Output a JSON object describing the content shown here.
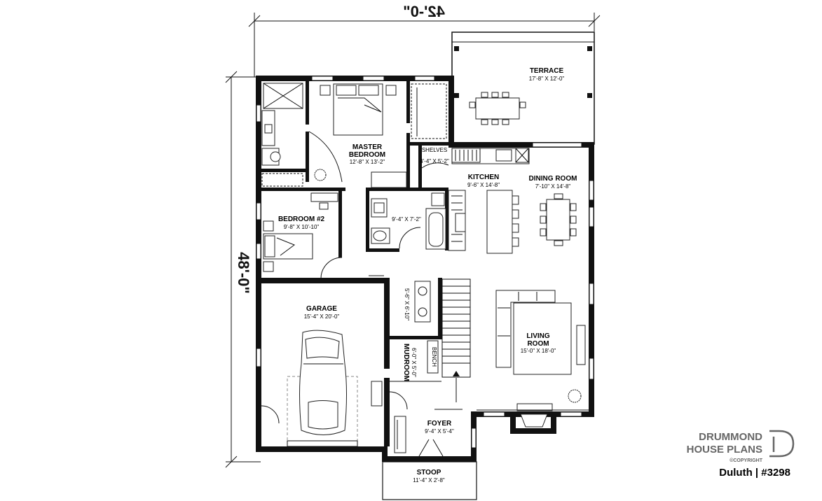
{
  "plan": {
    "width_dim": "42'-0\"",
    "depth_dim": "48'-0\"",
    "rooms": [
      {
        "id": "terrace",
        "name": "TERRACE",
        "dims": "17'-8\" X 12'-0\""
      },
      {
        "id": "master",
        "name": "MASTER",
        "name2": "BEDROOM",
        "dims": "12'-8\" X 13'-2\""
      },
      {
        "id": "shelves",
        "name": "SHELVES",
        "dims": "4'-4\" X 5'-2\""
      },
      {
        "id": "kitchen",
        "name": "KITCHEN",
        "dims": "9'-6\" X 14'-8\""
      },
      {
        "id": "dining",
        "name": "DINING ROOM",
        "dims": "7'-10\" X 14'-8\""
      },
      {
        "id": "bedroom2",
        "name": "BEDROOM #2",
        "dims": "9'-8\" X 10'-10\""
      },
      {
        "id": "bath",
        "name": "",
        "dims": "9'-4\" X 7'-2\""
      },
      {
        "id": "garage",
        "name": "GARAGE",
        "dims": "15'-4\" X 20'-0\""
      },
      {
        "id": "laundry",
        "name": "",
        "dims": "5'-6\" X 6'-10\""
      },
      {
        "id": "mudroom",
        "name": "MUDROOM",
        "dims": "6'-0\" X 5'-0\""
      },
      {
        "id": "bench",
        "name": "BENCH",
        "dims": ""
      },
      {
        "id": "living",
        "name": "LIVING",
        "name2": "ROOM",
        "dims": "15'-0\" X 18'-0\""
      },
      {
        "id": "foyer",
        "name": "FOYER",
        "dims": "9'-4\" X 5'-4\""
      },
      {
        "id": "stoop",
        "name": "STOOP",
        "dims": "11'-4\" X 2'-8\""
      }
    ]
  },
  "branding": {
    "line1": "DRUMMOND",
    "line2": "HOUSE PLANS",
    "copyright": "©COPYRIGHT",
    "code": "Duluth | #3298"
  },
  "colors": {
    "ink": "#111111",
    "brand_gray": "#666666"
  }
}
